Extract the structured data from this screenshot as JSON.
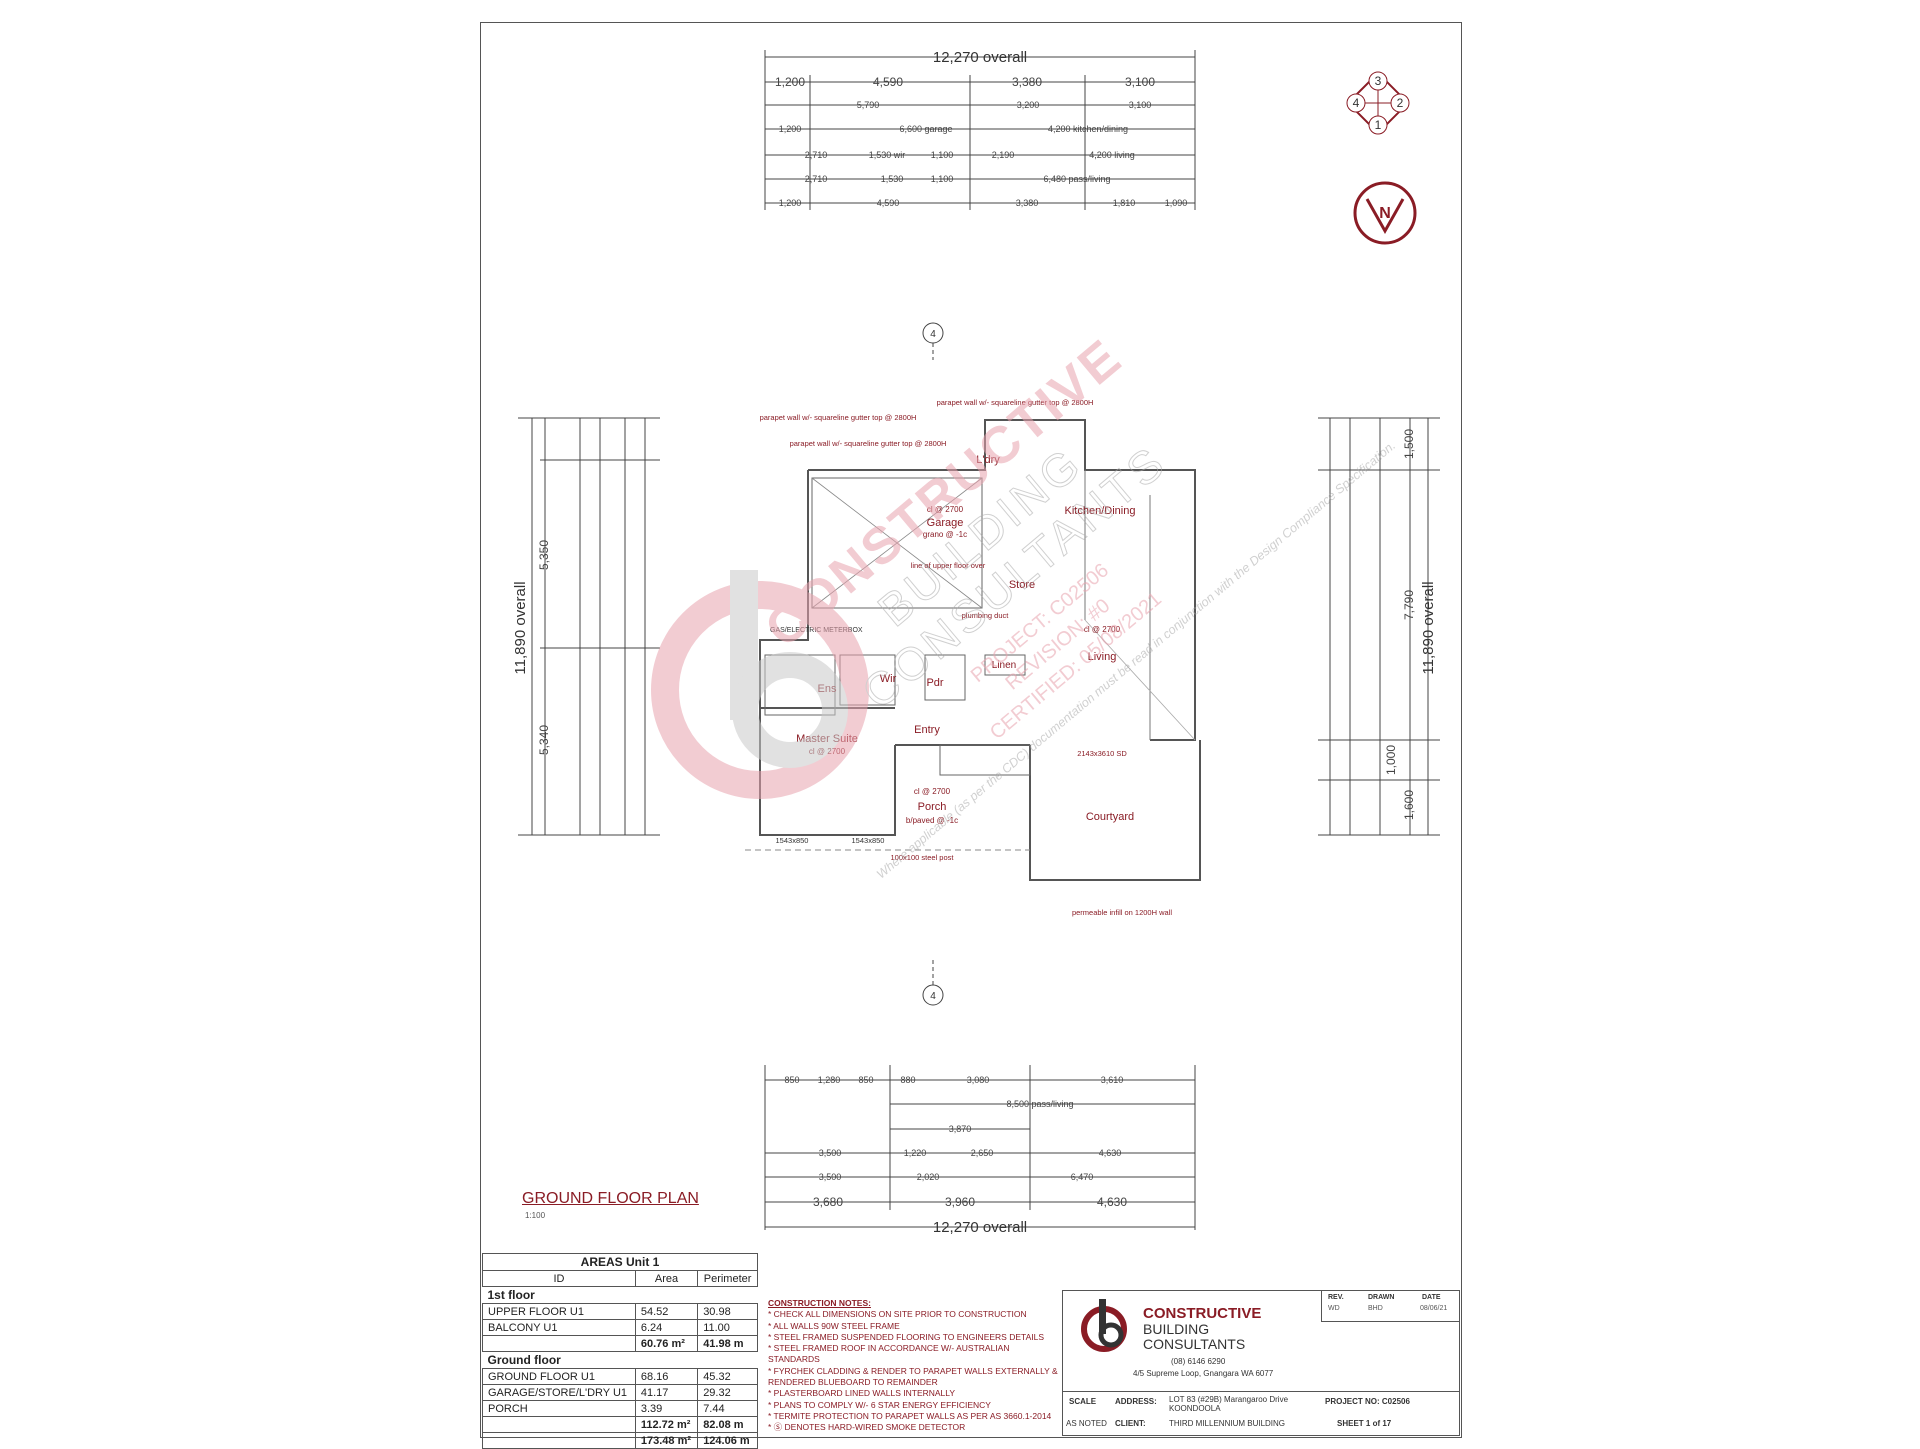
{
  "drawing": {
    "title": "GROUND FLOOR PLAN",
    "scale": "1:100",
    "overall_width": "12,270 overall",
    "overall_depth": "11,890 overall",
    "top_dims_row1": [
      "1,200",
      "4,590",
      "3,380",
      "3,100"
    ],
    "top_dims_row2": [
      "5,790",
      "3,200",
      "3,100"
    ],
    "top_dims_row3": [
      "1,200",
      "6,600 garage",
      "4,200 kitchen/dining"
    ],
    "top_dims_row4": [
      "2,710",
      "1,530 wir",
      "1,100",
      "2,190",
      "4,200 living"
    ],
    "top_dims_row5": [
      "2,710",
      "1,530",
      "1,100",
      "6,480 pass/living"
    ],
    "top_dims_row6": [
      "1,200",
      "4,590",
      "3,380",
      "1,810",
      "1,090"
    ],
    "bottom_dims_row1": [
      "850",
      "1,280",
      "850",
      "880",
      "3,080",
      "3,610"
    ],
    "bottom_dims_row2": [
      "8,500 pass/living"
    ],
    "bottom_dims_row3": [
      "3,870"
    ],
    "bottom_dims_row4": [
      "3,500",
      "1,220",
      "2,650",
      "4,630"
    ],
    "bottom_dims_row5": [
      "3,500",
      "2,020",
      "6,470"
    ],
    "bottom_dims_row6": [
      "3,680",
      "3,960",
      "4,630"
    ],
    "left_dims_outer": [
      "5,350",
      "5,340"
    ],
    "right_dims_outer": [
      "1,500",
      "7,790",
      "1,000",
      "1,600"
    ],
    "section_marker": "4"
  },
  "rooms": {
    "ldry": "L'dry",
    "garage": "Garage",
    "garage_note1": "cl @ 2700",
    "garage_note2": "grano @ -1c",
    "kitchen": "Kitchen/Dining",
    "store": "Store",
    "living": "Living",
    "living_note": "cl @ 2700",
    "ens": "Ens",
    "wir": "Wir",
    "pdr": "Pdr",
    "linen": "Linen",
    "entry": "Entry",
    "master": "Master Suite",
    "master_note": "cl @ 2700",
    "porch": "Porch",
    "porch_note1": "cl @ 2700",
    "porch_note2": "b/paved @ -1c",
    "courtyard": "Courtyard",
    "gas": "GAS/ELECTRIC METERBOX",
    "parapet1": "parapet wall w/- squareline gutter top @ 2800H",
    "parapet2": "parapet wall w/- squareline gutter top @ 2800H",
    "parapet3": "parapet wall w/- squareline gutter top @ 2800H",
    "upper_floor": "line of upper floor over",
    "plumbing": "plumbing duct",
    "steel_post": "100x100 steel post",
    "permeable": "permeable infill on 1200H wall",
    "window1": "1543x850",
    "window2": "1543x850",
    "sd": "2143x3610 SD"
  },
  "areas": {
    "title": "AREAS Unit 1",
    "col_id": "ID",
    "col_area": "Area",
    "col_perim": "Perimeter",
    "group1": "1st floor",
    "rows1": [
      {
        "id": "UPPER FLOOR U1",
        "area": "54.52",
        "perim": "30.98"
      },
      {
        "id": "BALCONY U1",
        "area": "6.24",
        "perim": "11.00"
      }
    ],
    "sub1": {
      "area": "60.76 m²",
      "perim": "41.98 m"
    },
    "group2": "Ground floor",
    "rows2": [
      {
        "id": "GROUND FLOOR U1",
        "area": "68.16",
        "perim": "45.32"
      },
      {
        "id": "GARAGE/STORE/L'DRY U1",
        "area": "41.17",
        "perim": "29.32"
      },
      {
        "id": "PORCH",
        "area": "3.39",
        "perim": "7.44"
      }
    ],
    "sub2": {
      "area": "112.72 m²",
      "perim": "82.08 m"
    },
    "total": {
      "area": "173.48 m²",
      "perim": "124.06 m"
    }
  },
  "notes": {
    "title": "CONSTRUCTION NOTES:",
    "items": [
      "* CHECK ALL DIMENSIONS ON SITE PRIOR TO CONSTRUCTION",
      "* ALL WALLS 90W STEEL FRAME",
      "* STEEL FRAMED SUSPENDED FLOORING TO ENGINEERS DETAILS",
      "* STEEL FRAMED ROOF IN ACCORDANCE W/- AUSTRALIAN STANDARDS",
      "* FYRCHEK CLADDING & RENDER TO PARAPET WALLS EXTERNALLY &",
      "RENDERED BLUEBOARD TO REMAINDER",
      "* PLASTERBOARD LINED WALLS INTERNALLY",
      "* PLANS TO COMPLY W/- 6 STAR ENERGY EFFICIENCY",
      "* TERMITE PROTECTION TO PARAPET WALLS AS PER AS 3660.1-2014",
      "* Ⓢ DENOTES HARD-WIRED SMOKE DETECTOR"
    ]
  },
  "title_block": {
    "company1": "CONSTRUCTIVE",
    "company2": "BUILDING",
    "company3": "CONSULTANTS",
    "phone": "(08) 6146 6290",
    "company_address": "4/5 Supreme Loop, Gnangara WA 6077",
    "rev_label": "REV.",
    "drawn_label": "DRAWN",
    "date_label": "DATE",
    "rev": "WD",
    "drawn": "BHD",
    "date": "08/06/21",
    "scale_label": "SCALE",
    "scale_value": "AS NOTED",
    "address_label": "ADDRESS:",
    "address": "LOT 83 (#29B) Marangaroo Drive KOONDOOLA",
    "client_label": "CLIENT:",
    "client": "THIRD MILLENNIUM BUILDING",
    "project": "PROJECT NO: C02506",
    "sheet": "SHEET 1 of 17"
  },
  "watermark": {
    "line1": "CONSTRUCTIVE",
    "line2": "BUILDING",
    "line3": "CONSULTANTS",
    "project": "PROJECT: C02506",
    "revision": "REVISION: #0",
    "certified": "CERTIFIED: 05/08/2021",
    "note": "Where applicable (as per the CDC) documentation must be read in conjunction with the Design Compliance Specification."
  },
  "colors": {
    "accent": "#8a1c25",
    "watermark": "#e8a3ae",
    "line": "#444444"
  }
}
